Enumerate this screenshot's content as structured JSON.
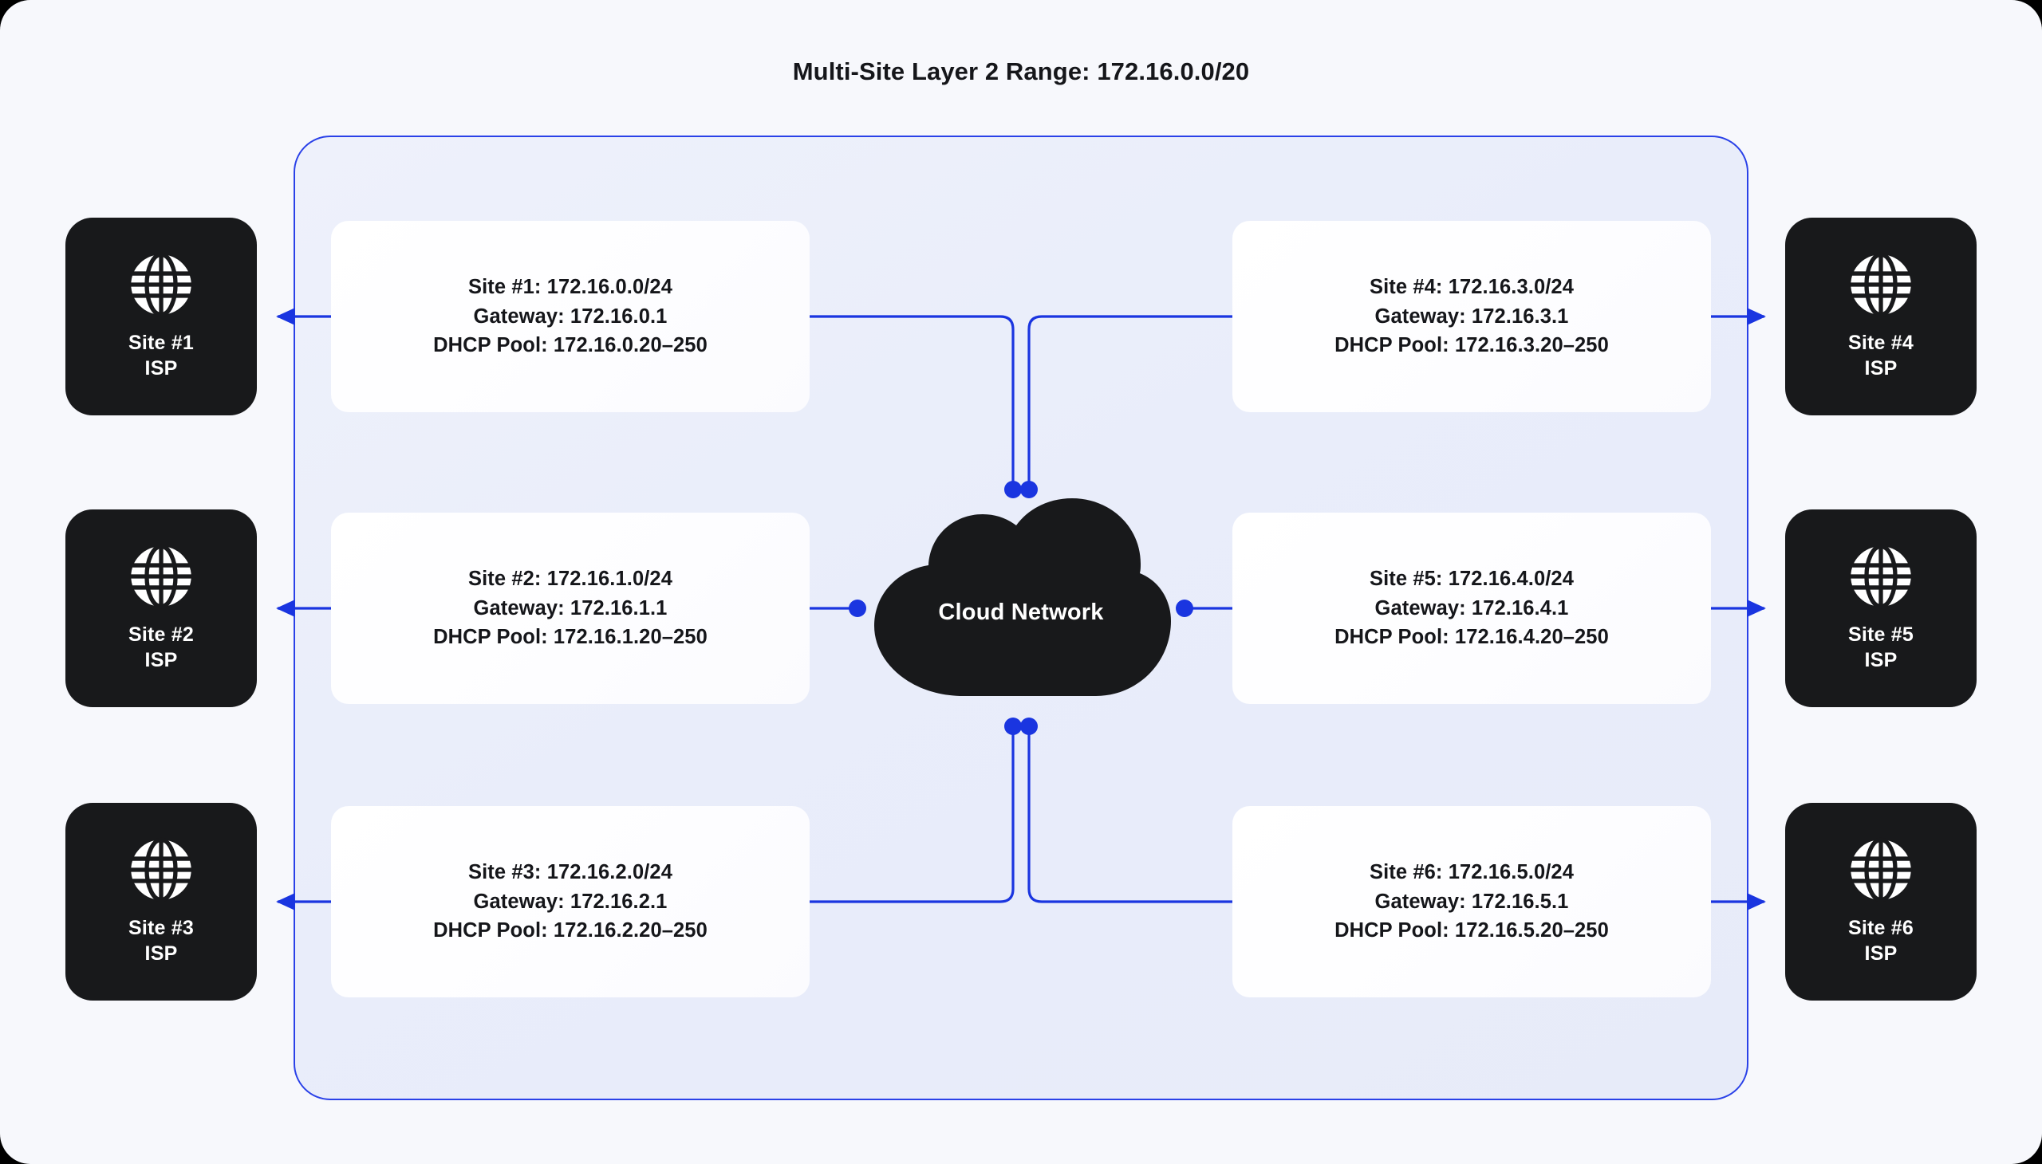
{
  "title": "Multi-Site Layer 2 Range: 172.16.0.0/20",
  "colors": {
    "page_background": "#f7f8fc",
    "container_border": "#2a41e8",
    "container_fill": "#eef1fb",
    "connector": "#1a35e0",
    "node_dark": "#18191b",
    "card_background": "#ffffff",
    "text_dark": "#15161a",
    "text_light": "#ffffff"
  },
  "cloud": {
    "label": "Cloud Network",
    "icon": "cloud-icon"
  },
  "isp_nodes": [
    {
      "id": "isp-1",
      "icon": "globe-icon",
      "label": "Site #1",
      "sub": "ISP",
      "side": "left"
    },
    {
      "id": "isp-2",
      "icon": "globe-icon",
      "label": "Site #2",
      "sub": "ISP",
      "side": "left"
    },
    {
      "id": "isp-3",
      "icon": "globe-icon",
      "label": "Site #3",
      "sub": "ISP",
      "side": "left"
    },
    {
      "id": "isp-4",
      "icon": "globe-icon",
      "label": "Site #4",
      "sub": "ISP",
      "side": "right"
    },
    {
      "id": "isp-5",
      "icon": "globe-icon",
      "label": "Site #5",
      "sub": "ISP",
      "side": "right"
    },
    {
      "id": "isp-6",
      "icon": "globe-icon",
      "label": "Site #6",
      "sub": "ISP",
      "side": "right"
    }
  ],
  "sites": [
    {
      "id": "site-1",
      "subnet": "Site #1: 172.16.0.0/24",
      "gateway": "Gateway: 172.16.0.1",
      "dhcp": "DHCP Pool: 172.16.0.20–250"
    },
    {
      "id": "site-2",
      "subnet": "Site #2: 172.16.1.0/24",
      "gateway": "Gateway: 172.16.1.1",
      "dhcp": "DHCP Pool: 172.16.1.20–250"
    },
    {
      "id": "site-3",
      "subnet": "Site #3: 172.16.2.0/24",
      "gateway": "Gateway: 172.16.2.1",
      "dhcp": "DHCP Pool: 172.16.2.20–250"
    },
    {
      "id": "site-4",
      "subnet": "Site #4: 172.16.3.0/24",
      "gateway": "Gateway: 172.16.3.1",
      "dhcp": "DHCP Pool: 172.16.3.20–250"
    },
    {
      "id": "site-5",
      "subnet": "Site #5: 172.16.4.0/24",
      "gateway": "Gateway: 172.16.4.1",
      "dhcp": "DHCP Pool: 172.16.4.20–250"
    },
    {
      "id": "site-6",
      "subnet": "Site #6: 172.16.5.0/24",
      "gateway": "Gateway: 172.16.5.1",
      "dhcp": "DHCP Pool: 172.16.5.20–250"
    }
  ]
}
